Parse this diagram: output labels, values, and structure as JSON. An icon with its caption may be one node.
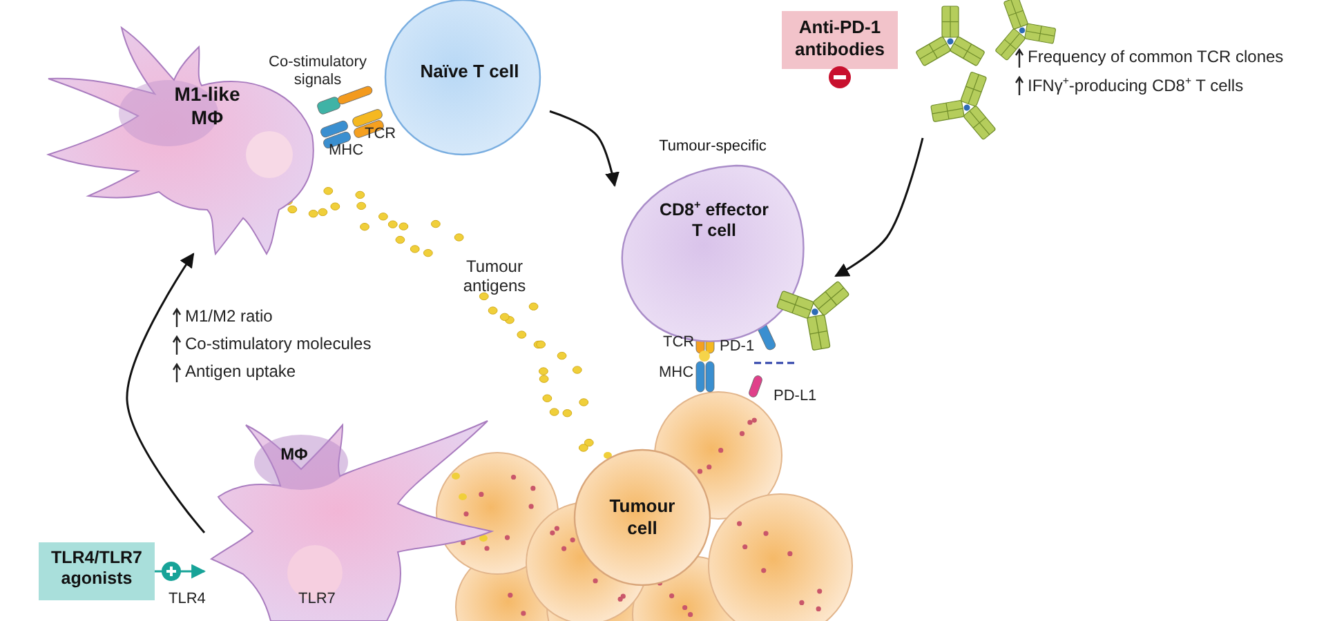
{
  "diagram": {
    "nodes": [
      {
        "text": [
          "M1-like MΦ"
        ]
      },
      {
        "text": [
          "Naïve T cell"
        ]
      },
      {
        "text": [
          "Tumour-specific",
          "CD8$^{+}$ effector T cell"
        ]
      },
      {
        "text": [
          "Anti-PD-1 antibodies"
        ]
      },
      {
        "text": [],
        "shape": "picture"
      },
      {
        "text": [
          "MΦ"
        ]
      },
      {
        "text": [
          "Tumour cell"
        ]
      },
      {
        "text": [
          "TLR4/TLR7 agonists"
        ]
      },
      {
        "text": [],
        "shape": "picture"
      }
    ],
    "edges": [
      {
        "from": 1,
        "to": 2,
        "arrow": "to"
      },
      {
        "from": 5,
        "to": 0,
        "arrow": "to"
      },
      {
        "from": 4,
        "to": 8,
        "arrow": "to"
      },
      {
        "from": 7,
        "to": 5,
        "arrow": "to",
        "color": "#17a398"
      }
    ],
    "labels": [
      "Co-stimulatory signals",
      "TCR",
      "MHC",
      "Frequency of common TCR clones",
      "IFNγ$^{+}$-producing CD8$^{+}$ T cells",
      "Tumour antigens",
      "M1/M2 ratio",
      "Co-stimulatory molecules",
      "Antigen uptake",
      "TCR",
      "PD-1",
      "MHC",
      "PD-L1",
      "TLR4",
      "TLR7"
    ]
  }
}
